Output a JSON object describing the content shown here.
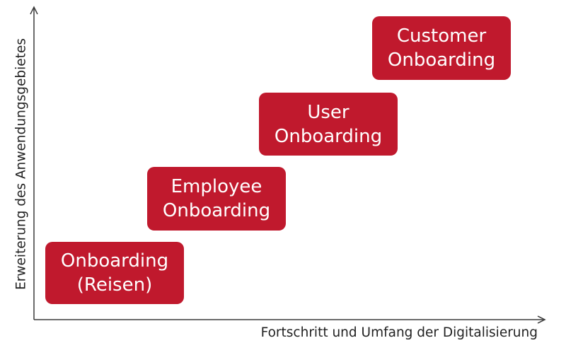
{
  "diagram": {
    "x_axis_label": "Fortschritt und Umfang der Digitalisierung",
    "y_axis_label": "Erweiterung des Anwendungsgebietes",
    "stages": [
      {
        "line1": "Onboarding",
        "line2": "(Reisen)"
      },
      {
        "line1": "Employee",
        "line2": "Onboarding"
      },
      {
        "line1": "User",
        "line2": "Onboarding"
      },
      {
        "line1": "Customer",
        "line2": "Onboarding"
      }
    ],
    "colors": {
      "box_fill": "#c0192d",
      "box_text": "#ffffff",
      "axis": "#3a3a3a"
    }
  }
}
